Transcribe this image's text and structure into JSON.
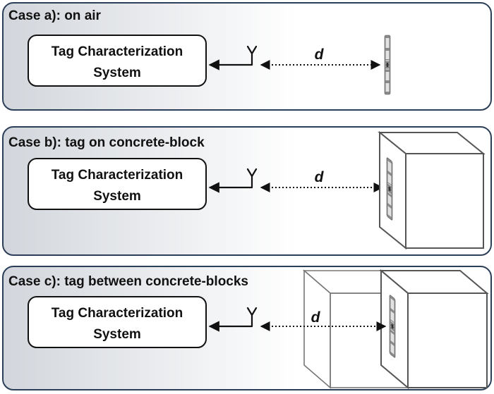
{
  "panels": [
    {
      "title": "Case a): on air",
      "system_line1": "Tag Characterization",
      "system_line2": "System",
      "distance_label": "d"
    },
    {
      "title": "Case b): tag on concrete-block",
      "system_line1": "Tag Characterization",
      "system_line2": "System",
      "distance_label": "d"
    },
    {
      "title": "Case c): tag between concrete-blocks",
      "system_line1": "Tag Characterization",
      "system_line2": "System",
      "distance_label": "d"
    }
  ],
  "colors": {
    "panel_gradient_left": "#d2d6dc",
    "panel_gradient_right": "#ffffff",
    "panel_border": "#2c3f58",
    "stroke": "#111111",
    "tag_dark": "#7a7a7a",
    "tag_light": "#e2e2e2"
  },
  "icons": {
    "antenna": "antenna-icon",
    "tag": "rfid-tag-icon",
    "block": "concrete-block-icon"
  }
}
